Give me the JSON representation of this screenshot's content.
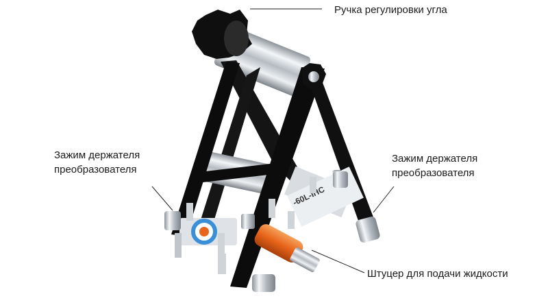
{
  "labels": {
    "angle_knob": "Ручка регулировки угла",
    "clamp_left_line1": "Зажим держателя",
    "clamp_left_line2": "преобразователя",
    "clamp_right_line1": "Зажим держателя",
    "clamp_right_line2": "преобразователя",
    "fitting": "Штуцер для подачи жидкости"
  },
  "engraving": "-60L-IHC",
  "colors": {
    "frame": "#121212",
    "metal": "#c7ccd2",
    "fitting": "#e8641a",
    "ring": "#3a8fd6",
    "text": "#1a1a1a"
  },
  "icons": [
    "knob-icon",
    "thumbscrew-icon",
    "fluid-fitting-icon"
  ]
}
